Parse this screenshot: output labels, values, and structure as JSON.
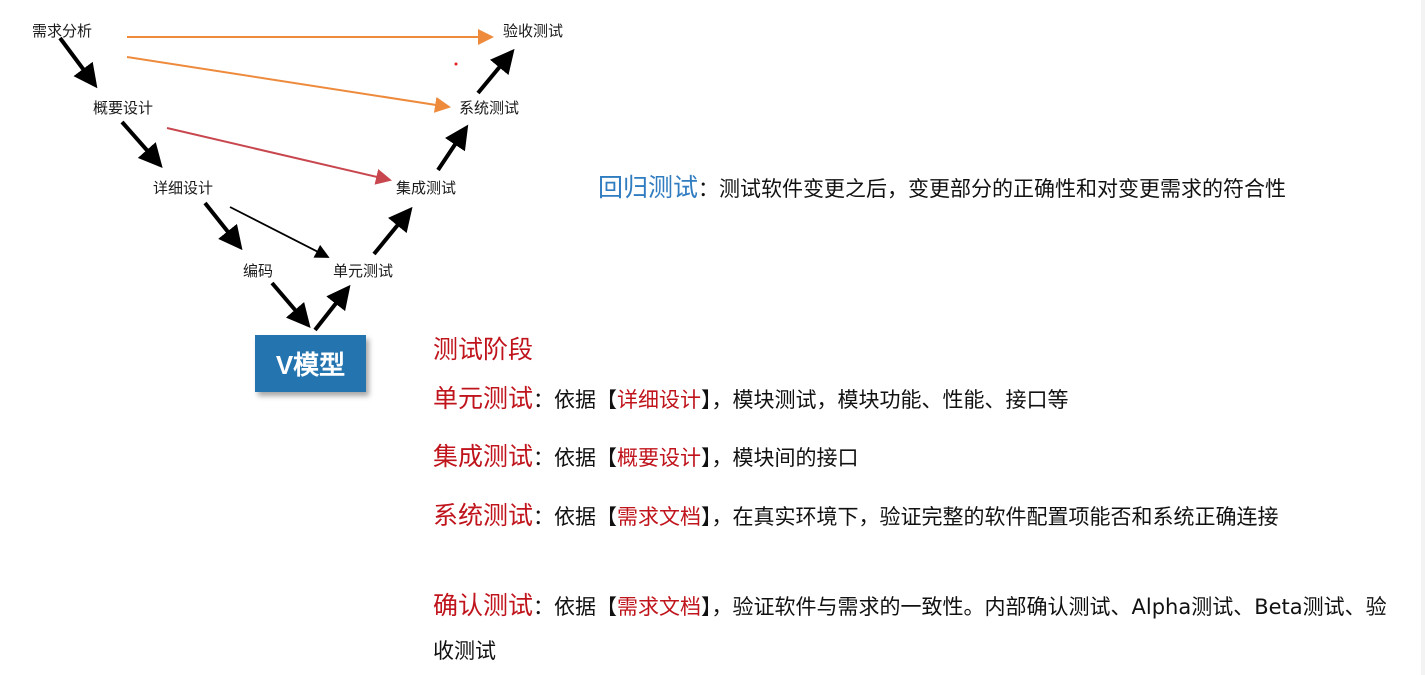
{
  "diagram": {
    "title": "V模型",
    "nodes": {
      "requirements_analysis": "需求分析",
      "outline_design": "概要设计",
      "detailed_design": "详细设计",
      "coding": "编码",
      "unit_test": "单元测试",
      "integration_test": "集成测试",
      "system_test": "系统测试",
      "acceptance_test": "验收测试"
    },
    "colors": {
      "black_arrow": "#000000",
      "orange_arrow": "#ee8a3c",
      "red_arrow": "#c8474f",
      "vbox": "#2474b0"
    }
  },
  "regression": {
    "label": "回归测试",
    "colon": "：",
    "text": "测试软件变更之后，变更部分的正确性和对变更需求的符合性"
  },
  "stages": {
    "title": "测试阶段",
    "items": [
      {
        "label": "单元测试",
        "prefix": "：依据【",
        "basis": "详细设计",
        "suffix": "】，模块测试，模块功能、性能、接口等"
      },
      {
        "label": "集成测试",
        "prefix": "：依据【",
        "basis": "概要设计",
        "suffix": "】，模块间的接口"
      },
      {
        "label": "系统测试",
        "prefix": "：依据【",
        "basis": "需求文档",
        "suffix": "】，在真实环境下，验证完整的软件配置项能否和系统正确连接"
      },
      {
        "label": "确认测试",
        "prefix": "：依据【",
        "basis": "需求文档",
        "suffix": "】，验证软件与需求的一致性。内部确认测试、Alpha测试、Beta测试、验收测试"
      }
    ]
  },
  "colors": {
    "blue_label": "#2f7cc0",
    "red_label": "#c0141c",
    "body_text": "#111111"
  }
}
